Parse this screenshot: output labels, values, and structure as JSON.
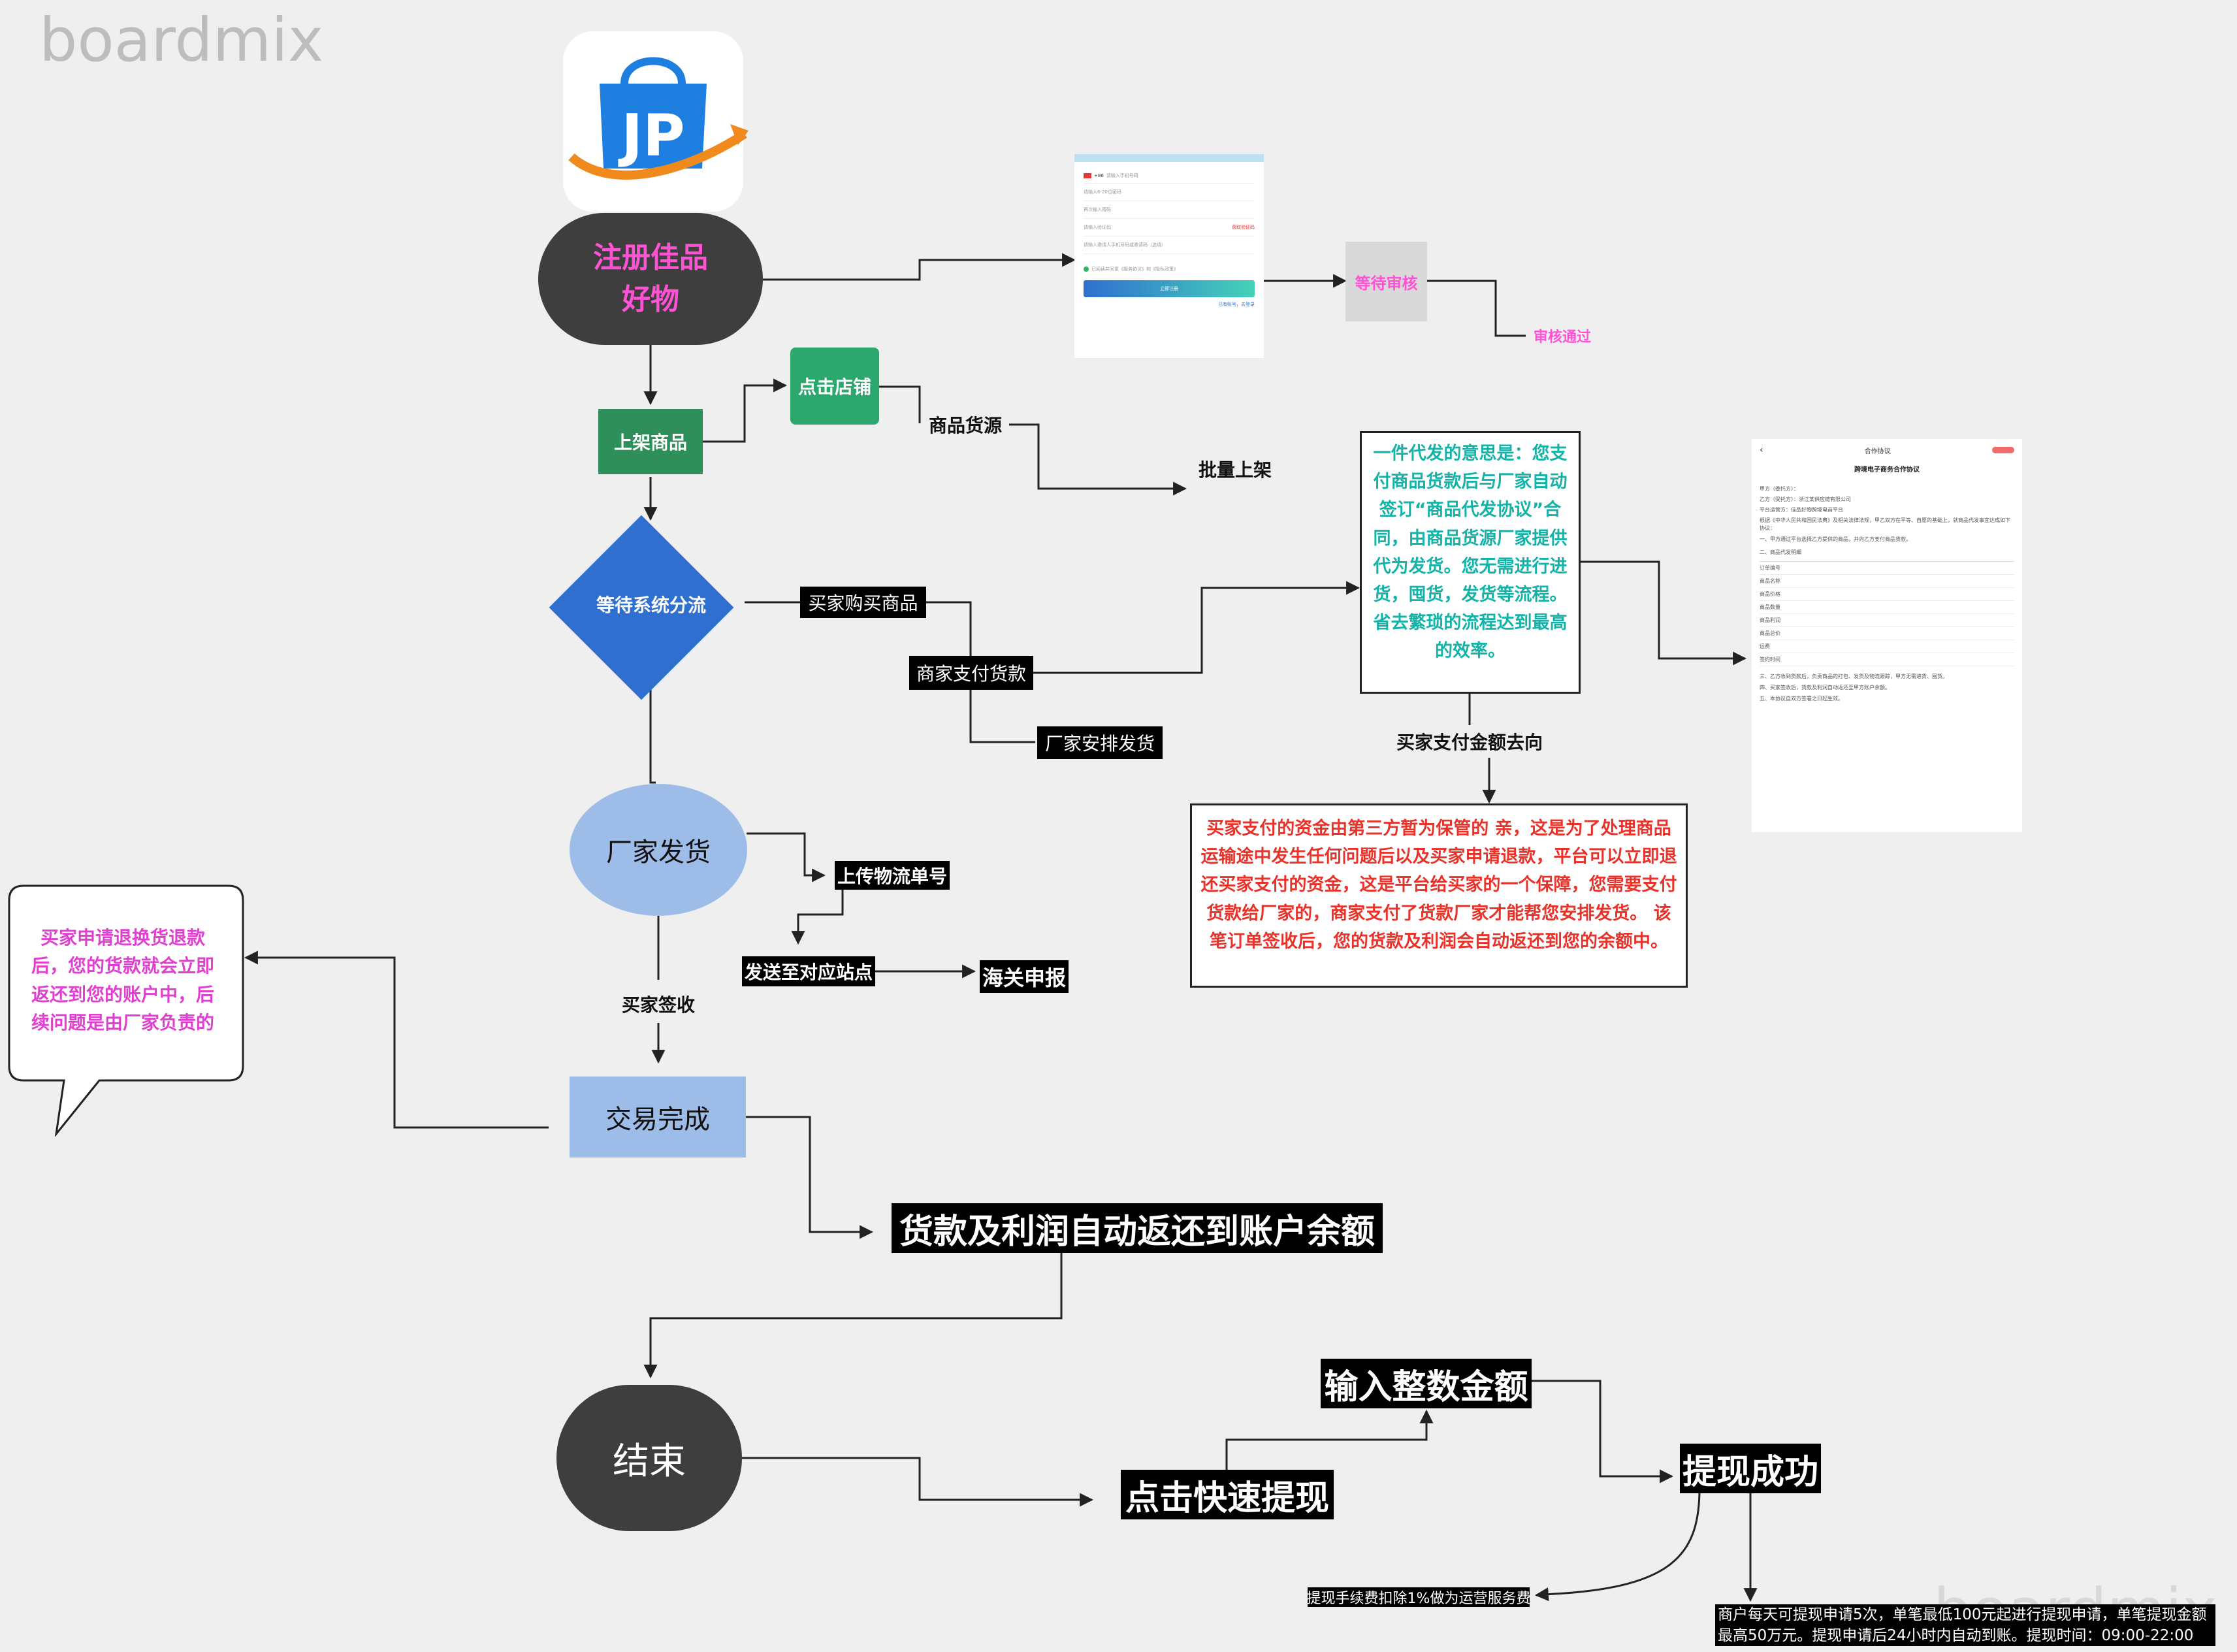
{
  "watermark": {
    "top_left": "boardmix",
    "bottom_right": "boardmix"
  },
  "colors": {
    "magenta": "#e040d0",
    "teal": "#14b3a8",
    "red": "#e8332b",
    "dark": "#3e3e3e",
    "green": "#2e8f5a",
    "blue": "#2f6fd0",
    "light_blue": "#9dbde8"
  },
  "logo": {
    "icon": "shopping-bag-airplane-logo-icon"
  },
  "nodes": {
    "register": "注册佳品好物",
    "wait_review": "等待审核",
    "review_passed": "审核通过",
    "list_goods": "上架商品",
    "click_store": "点击店铺",
    "goods_source": "商品货源",
    "batch_list": "批量上架",
    "wait_dispatch": "等待系统分流",
    "buyer_purchase": "买家购买商品",
    "merchant_pay": "商家支付货款",
    "factory_arrange": "厂家安排发货",
    "dropship_note": "一件代发的意思是：您支付商品货款后与厂家自动签订“商品代发协议”合同，由商品货源厂家提供代为发货。您无需进行进货，囤货，发货等流程。省去繁琐的流程达到最高的效率。",
    "buyer_payment_flow": "买家支付金额去向",
    "escrow_note": "买家支付的资金由第三方暂为保管的 亲，这是为了处理商品运输途中发生任何问题后以及买家申请退款，平台可以立即退还买家支付的资金，这是平台给买家的一个保障，您需要支付货款给厂家的，商家支付了货款厂家才能帮您安排发货。  该笔订单签收后，您的货款及利润会自动返还到您的余额中。",
    "factory_ship": "厂家发货",
    "upload_tracking": "上传物流单号",
    "send_station": "发送至对应站点",
    "customs": "海关申报",
    "buyer_sign": "买家签收",
    "refund_note": "买家申请退换货退款后，您的货款就会立即返还到您的账户中，后续问题是由厂家负责的",
    "trade_done": "交易完成",
    "auto_return": "货款及利润自动返还到账户余额",
    "end": "结束",
    "quick_withdraw": "点击快速提现",
    "input_amount": "输入整数金额",
    "withdraw_success": "提现成功",
    "fee_note": "提现手续费扣除1%做为运营服务费",
    "rules_note": "商户每天可提现申请5次，单笔最低100元起进行提现申请，单笔提现金额最高50万元。提现申请后24小时内自动到账。提现时间：09:00-22:00"
  },
  "register_form": {
    "country_code": "+86",
    "phone_placeholder": "请输入手机号码",
    "fields": [
      "请输入6-20位密码",
      "再次输入密码",
      "请输入验证码",
      "请输入邀请人手机号码或邀请码（选填）"
    ],
    "get_code": "获取验证码",
    "agree": "已阅读并同意《服务协议》和《隐私政策》",
    "submit": "立即注册",
    "footer": "已有账号，去登录"
  },
  "agreement_doc": {
    "nav_title": "合作协议",
    "doc_title": "跨境电子商务合作协议",
    "lines": [
      "甲方（委托方）：",
      "乙方（受托方）：浙江某供应链有限公司",
      "平台运营方：佳品好物跨境电商平台",
      "根据《中华人民共和国民法典》及相关法律法规，甲乙双方在平等、自愿的基础上，就商品代发事宜达成如下协议：",
      "一、甲方通过平台选择乙方提供的商品，并向乙方支付商品货款。",
      "二、商品代发明细",
      "订单编号",
      "商品名称",
      "商品价格",
      "商品数量",
      "商品利润",
      "商品总价",
      "运费",
      "签约时间",
      "三、乙方收到货款后，负责商品的打包、发货及物流跟踪，甲方无需进货、囤货。",
      "四、买家签收后，货款及利润自动返还至甲方账户余额。",
      "五、本协议自双方签署之日起生效。"
    ]
  }
}
